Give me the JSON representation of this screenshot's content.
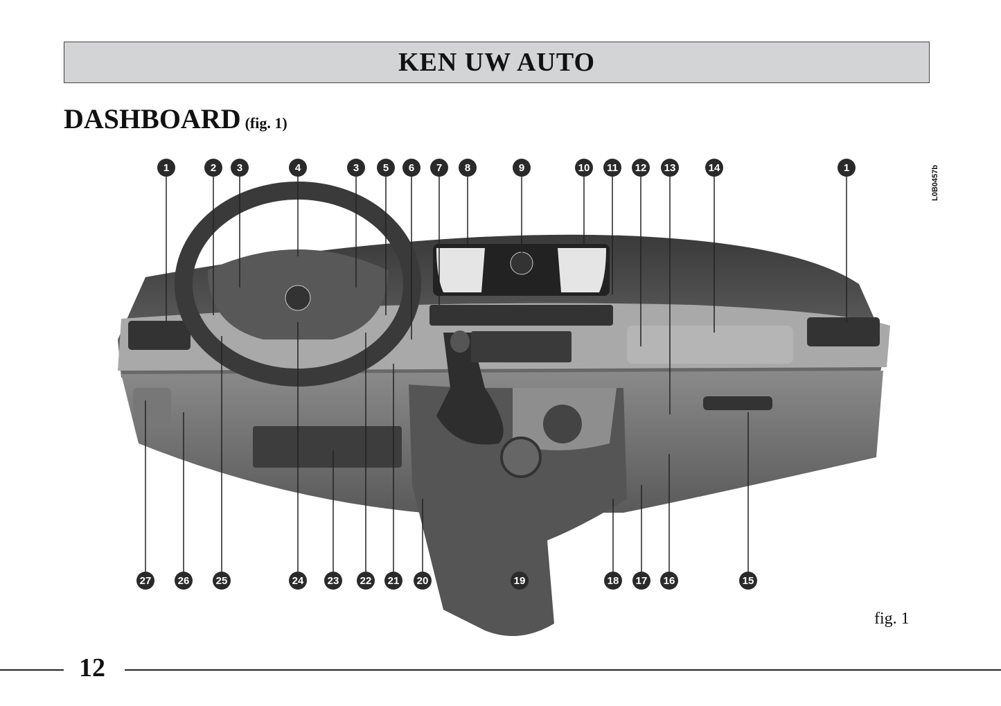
{
  "header": {
    "title": "KEN UW AUTO"
  },
  "section": {
    "title": "DASHBOARD",
    "subtitle": "(fig. 1)"
  },
  "figure": {
    "code": "L0B0457b",
    "caption": "fig. 1",
    "top_callouts": [
      "1",
      "2",
      "3",
      "4",
      "3",
      "5",
      "6",
      "7",
      "8",
      "9",
      "10",
      "11",
      "12",
      "13",
      "14",
      "1"
    ],
    "bottom_callouts": [
      "27",
      "26",
      "25",
      "24",
      "23",
      "22",
      "21",
      "20",
      "19",
      "18",
      "17",
      "16",
      "15"
    ]
  },
  "footer": {
    "page_number": "12"
  }
}
